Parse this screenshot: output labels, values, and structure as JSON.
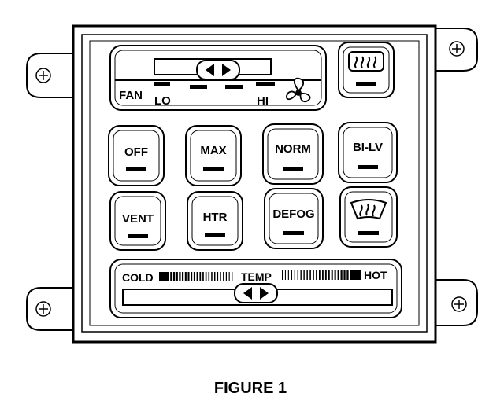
{
  "caption": "FIGURE 1",
  "fan": {
    "label": "FAN",
    "lo": "LO",
    "hi": "HI"
  },
  "buttons": {
    "row1": [
      "OFF",
      "MAX",
      "NORM",
      "BI-LV"
    ],
    "row2": [
      "VENT",
      "HTR",
      "DEFOG"
    ]
  },
  "temp": {
    "cold": "COLD",
    "label": "TEMP",
    "hot": "HOT"
  },
  "icons": {
    "rear_defrost": "rear-defrost-icon",
    "front_defrost": "front-defrost-icon",
    "fan": "fan-icon",
    "slider": "left-right-arrows-icon"
  }
}
